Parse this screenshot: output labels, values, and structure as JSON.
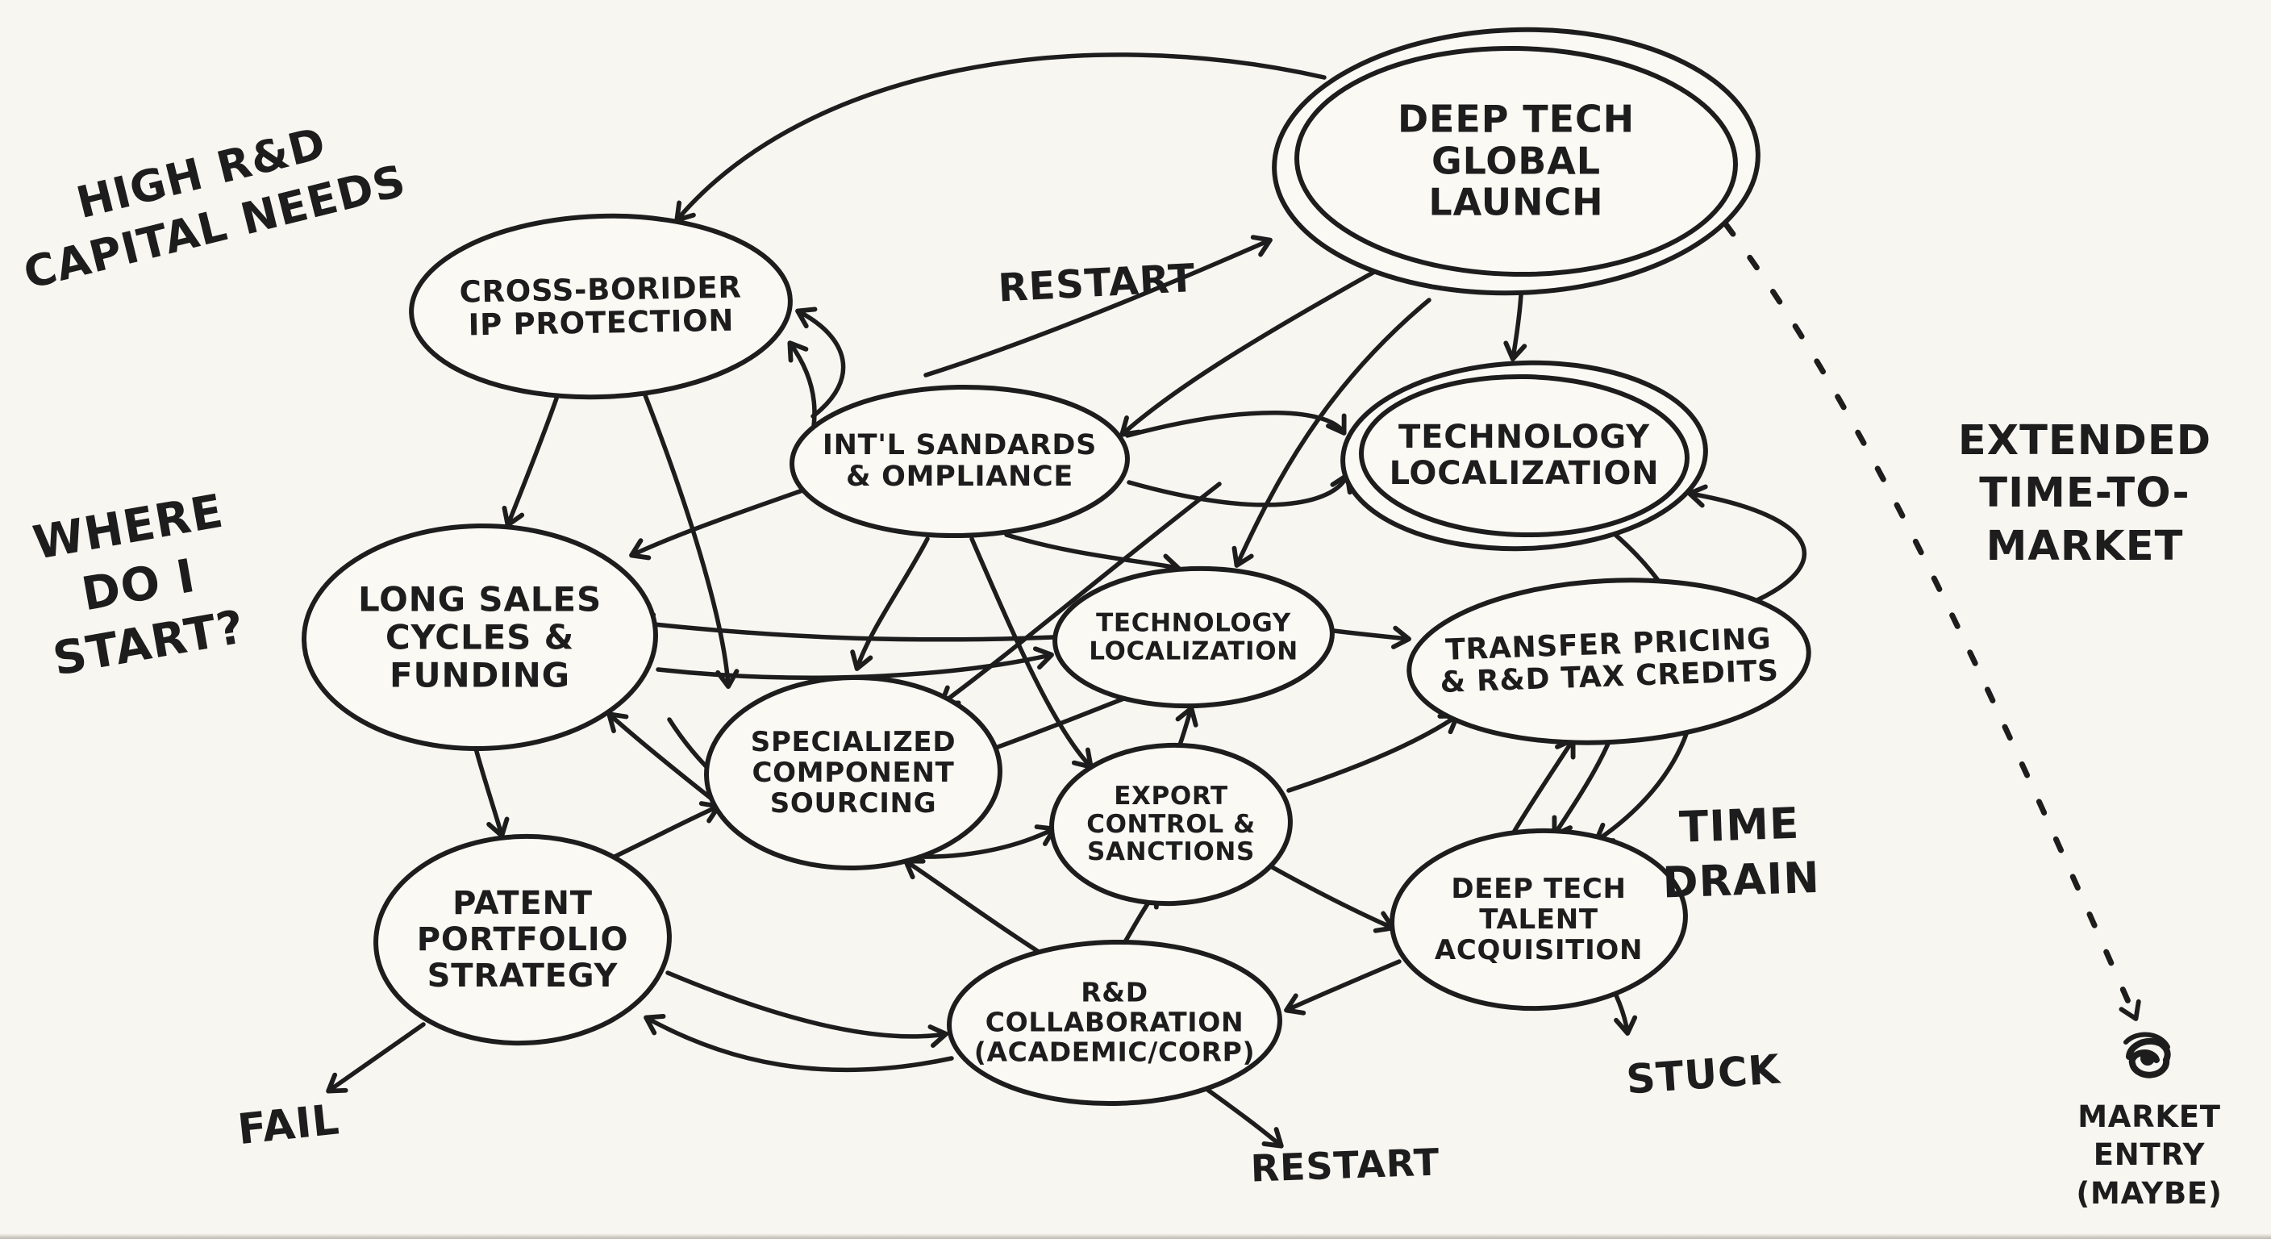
{
  "meta": {
    "background_color": "#f7f6f1",
    "ink_color": "#1d1d1d",
    "style": "hand-drawn marker flowchart"
  },
  "nodes": {
    "cross_border": {
      "label": "CROSS-BORIDER\nIP PROTECTION"
    },
    "deep_tech_global_launch": {
      "label": "DEEP TECH\nGLOBAL\nLAUNCH",
      "emphasis": "double-circled"
    },
    "intl_standards": {
      "label": "INT'L SANDARDS\n& OMPLIANCE"
    },
    "technology_localization_right": {
      "label": "TECHNOLOGY\nLOCALIZATION",
      "emphasis": "double-circled"
    },
    "long_sales": {
      "label": "LONG SALES\nCYCLES &\nFUNDING"
    },
    "technology_localization_center": {
      "label": "TECHNOLOGY\nLOCALIZATION"
    },
    "transfer_pricing": {
      "label": "TRANSFER PRICING\n& R&D TAX CREDITS"
    },
    "specialized_sourcing": {
      "label": "SPECIALIZED\nCOMPONENT\nSOURCING"
    },
    "export_control": {
      "label": "EXPORT\nCONTROL &\nSANCTIONS"
    },
    "patent_portfolio": {
      "label": "PATENT\nPORTFOLIO\nSTRATEGY"
    },
    "talent_acquisition": {
      "label": "DEEP TECH\nTALENT\nACQUISITION"
    },
    "rd_collaboration": {
      "label": "R&D\nCOLLABORATION\n(ACADEMIC/CORP)"
    }
  },
  "annotations": {
    "high_rd": {
      "text": "HIGH R&D\nCAPITAL NEEDS"
    },
    "where_start": {
      "text": "WHERE\nDO I\nSTART?"
    },
    "restart_top": {
      "text": "RESTART"
    },
    "extended_ttm": {
      "text": "EXTENDED\nTIME-TO-\nMARKET"
    },
    "time_drain": {
      "text": "TIME\nDRAIN"
    },
    "fail": {
      "text": "FAIL"
    },
    "restart_bottom": {
      "text": "RESTART"
    },
    "stuck": {
      "text": "STUCK"
    },
    "market_entry": {
      "text": "MARKET\nENTRY\n(MAYBE)"
    }
  },
  "edges": [
    {
      "from": "deep_tech_global_launch",
      "to": "cross_border"
    },
    {
      "from": "intl_standards",
      "to": "deep_tech_global_launch",
      "label": "RESTART"
    },
    {
      "from": "deep_tech_global_launch",
      "to": "technology_localization_right"
    },
    {
      "from": "deep_tech_global_launch",
      "to": "intl_standards"
    },
    {
      "from": "deep_tech_global_launch",
      "to": "technology_localization_center"
    },
    {
      "from": "intl_standards",
      "to": "cross_border"
    },
    {
      "from": "intl_standards",
      "to": "cross_border"
    },
    {
      "from": "intl_standards",
      "to": "technology_localization_right"
    },
    {
      "from": "intl_standards",
      "to": "technology_localization_right"
    },
    {
      "from": "cross_border",
      "to": "long_sales"
    },
    {
      "from": "intl_standards",
      "to": "long_sales"
    },
    {
      "from": "cross_border",
      "to": "specialized_sourcing"
    },
    {
      "from": "intl_standards",
      "to": "specialized_sourcing"
    },
    {
      "from": "technology_localization_right",
      "to": "specialized_sourcing"
    },
    {
      "from": "technology_localization_center",
      "to": "long_sales"
    },
    {
      "from": "long_sales",
      "to": "technology_localization_center"
    },
    {
      "from": "long_sales",
      "to": "patent_portfolio"
    },
    {
      "from": "patent_portfolio",
      "to": "fail"
    },
    {
      "from": "patent_portfolio",
      "to": "rd_collaboration"
    },
    {
      "from": "rd_collaboration",
      "to": "patent_portfolio"
    },
    {
      "from": "rd_collaboration",
      "to": "restart_bottom"
    },
    {
      "from": "talent_acquisition",
      "to": "stuck"
    },
    {
      "from": "talent_acquisition",
      "to": "rd_collaboration"
    },
    {
      "from": "rd_collaboration",
      "to": "export_control"
    },
    {
      "from": "export_control",
      "to": "technology_localization_center"
    },
    {
      "from": "intl_standards",
      "to": "technology_localization_center"
    },
    {
      "from": "long_sales",
      "to": "export_control"
    },
    {
      "from": "patent_portfolio",
      "to": "specialized_sourcing"
    },
    {
      "from": "rd_collaboration",
      "to": "specialized_sourcing"
    },
    {
      "from": "specialized_sourcing",
      "to": "technology_localization_center"
    },
    {
      "from": "technology_localization_center",
      "to": "transfer_pricing"
    },
    {
      "from": "export_control",
      "to": "transfer_pricing"
    },
    {
      "from": "talent_acquisition",
      "to": "transfer_pricing"
    },
    {
      "from": "transfer_pricing",
      "to": "talent_acquisition"
    },
    {
      "from": "transfer_pricing",
      "to": "technology_localization_right"
    },
    {
      "from": "intl_standards",
      "to": "export_control"
    },
    {
      "from": "specialized_sourcing",
      "to": "long_sales"
    },
    {
      "from": "technology_localization_right",
      "to": "talent_acquisition"
    },
    {
      "from": "export_control",
      "to": "talent_acquisition"
    },
    {
      "from": "deep_tech_global_launch",
      "to": "market_entry",
      "style": "dotted"
    }
  ]
}
